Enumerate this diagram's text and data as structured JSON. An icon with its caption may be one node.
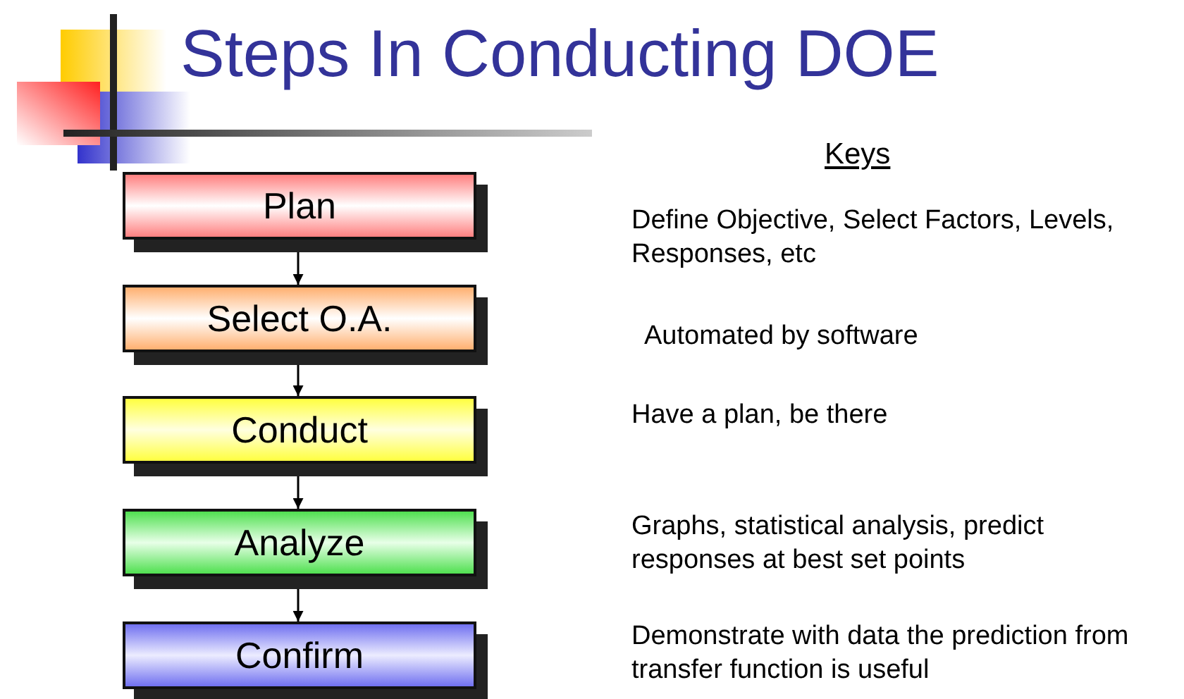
{
  "diagram": {
    "title": "Steps In Conducting DOE",
    "nodes": [
      {
        "text": [
          "Plan"
        ]
      },
      {
        "text": [
          "Select O.A."
        ]
      },
      {
        "text": [
          "Conduct"
        ]
      },
      {
        "text": [
          "Analyze"
        ]
      },
      {
        "text": [
          "Confirm"
        ]
      }
    ],
    "edges": [
      {
        "from": 0,
        "to": 1,
        "arrow": "to"
      },
      {
        "from": 1,
        "to": 2,
        "arrow": "to"
      },
      {
        "from": 2,
        "to": 3,
        "arrow": "to"
      },
      {
        "from": 3,
        "to": 4,
        "arrow": "to"
      }
    ],
    "labels": [
      "Keys",
      "Define Objective, Select Factors, Levels, Responses, etc",
      "Automated by software",
      "Have a plan, be there",
      "Graphs, statistical analysis, predict responses at best set points",
      "Demonstrate with data the prediction from transfer function is useful"
    ]
  }
}
